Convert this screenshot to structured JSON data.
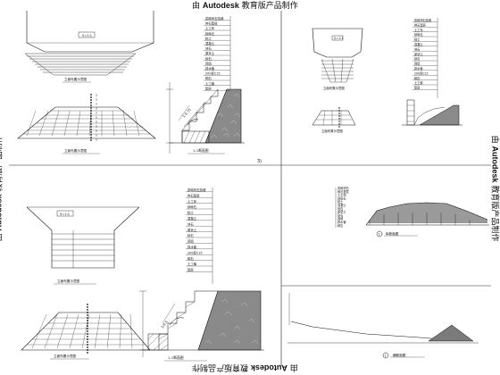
{
  "watermark": {
    "prefix": "由",
    "brand": "Autodesk",
    "suffix": "教育版产品制作"
  },
  "drawings": {
    "top_left": {
      "plan_tag": "S=1:1",
      "caption_1": "立面布置示意图",
      "caption_2": "立面布置示意图"
    },
    "top_middle": {
      "slope_label": "1:0.75",
      "caption": "1-1断面图",
      "index": "3)",
      "notes": [
        "浆砌块石挡墙",
        "碎石垫层",
        "土工布",
        "砂砾石",
        "粘土",
        "混凝土",
        "块石",
        "原状土",
        "砂石",
        "回填",
        "排水管",
        "200厚C15",
        "砌石",
        "土工膜",
        "垫层"
      ]
    },
    "top_right": {
      "plan_tag": "S=1:1",
      "caption_1": "立面布置示意图",
      "caption_2": "立面布置示意图",
      "notes": [
        "浆砌块石挡墙",
        "碎石垫层",
        "土工布",
        "砂砾石",
        "粘土",
        "混凝土",
        "块石",
        "原状土",
        "砂石",
        "回填",
        "排水管",
        "200厚C15",
        "砌石",
        "土工膜",
        "垫层"
      ]
    },
    "bottom_left": {
      "plan_tag": "S=1:1",
      "caption_1": "立面布置示意图",
      "caption_2": "立面布置示意图"
    },
    "bottom_middle": {
      "slope_label": "1:0.5",
      "caption": "1-1断面图",
      "notes": [
        "浆砌块石挡墙",
        "碎石垫层",
        "土工布",
        "砂砾石",
        "粘土",
        "混凝土",
        "块石",
        "原状土",
        "砂石",
        "回填",
        "排水管",
        "200厚C15",
        "砌石",
        "土工膜",
        "垫层"
      ]
    },
    "right_middle": {
      "caption": "纵断面图",
      "index": "1",
      "notes": [
        "浆砌块石",
        "碎石垫层",
        "土工布",
        "砂砾石",
        "粘土",
        "混凝土",
        "块石",
        "原状土",
        "砂石",
        "回填",
        "排水管",
        "砌石"
      ]
    },
    "right_bottom": {
      "caption": "横断面图",
      "index": "2"
    }
  }
}
